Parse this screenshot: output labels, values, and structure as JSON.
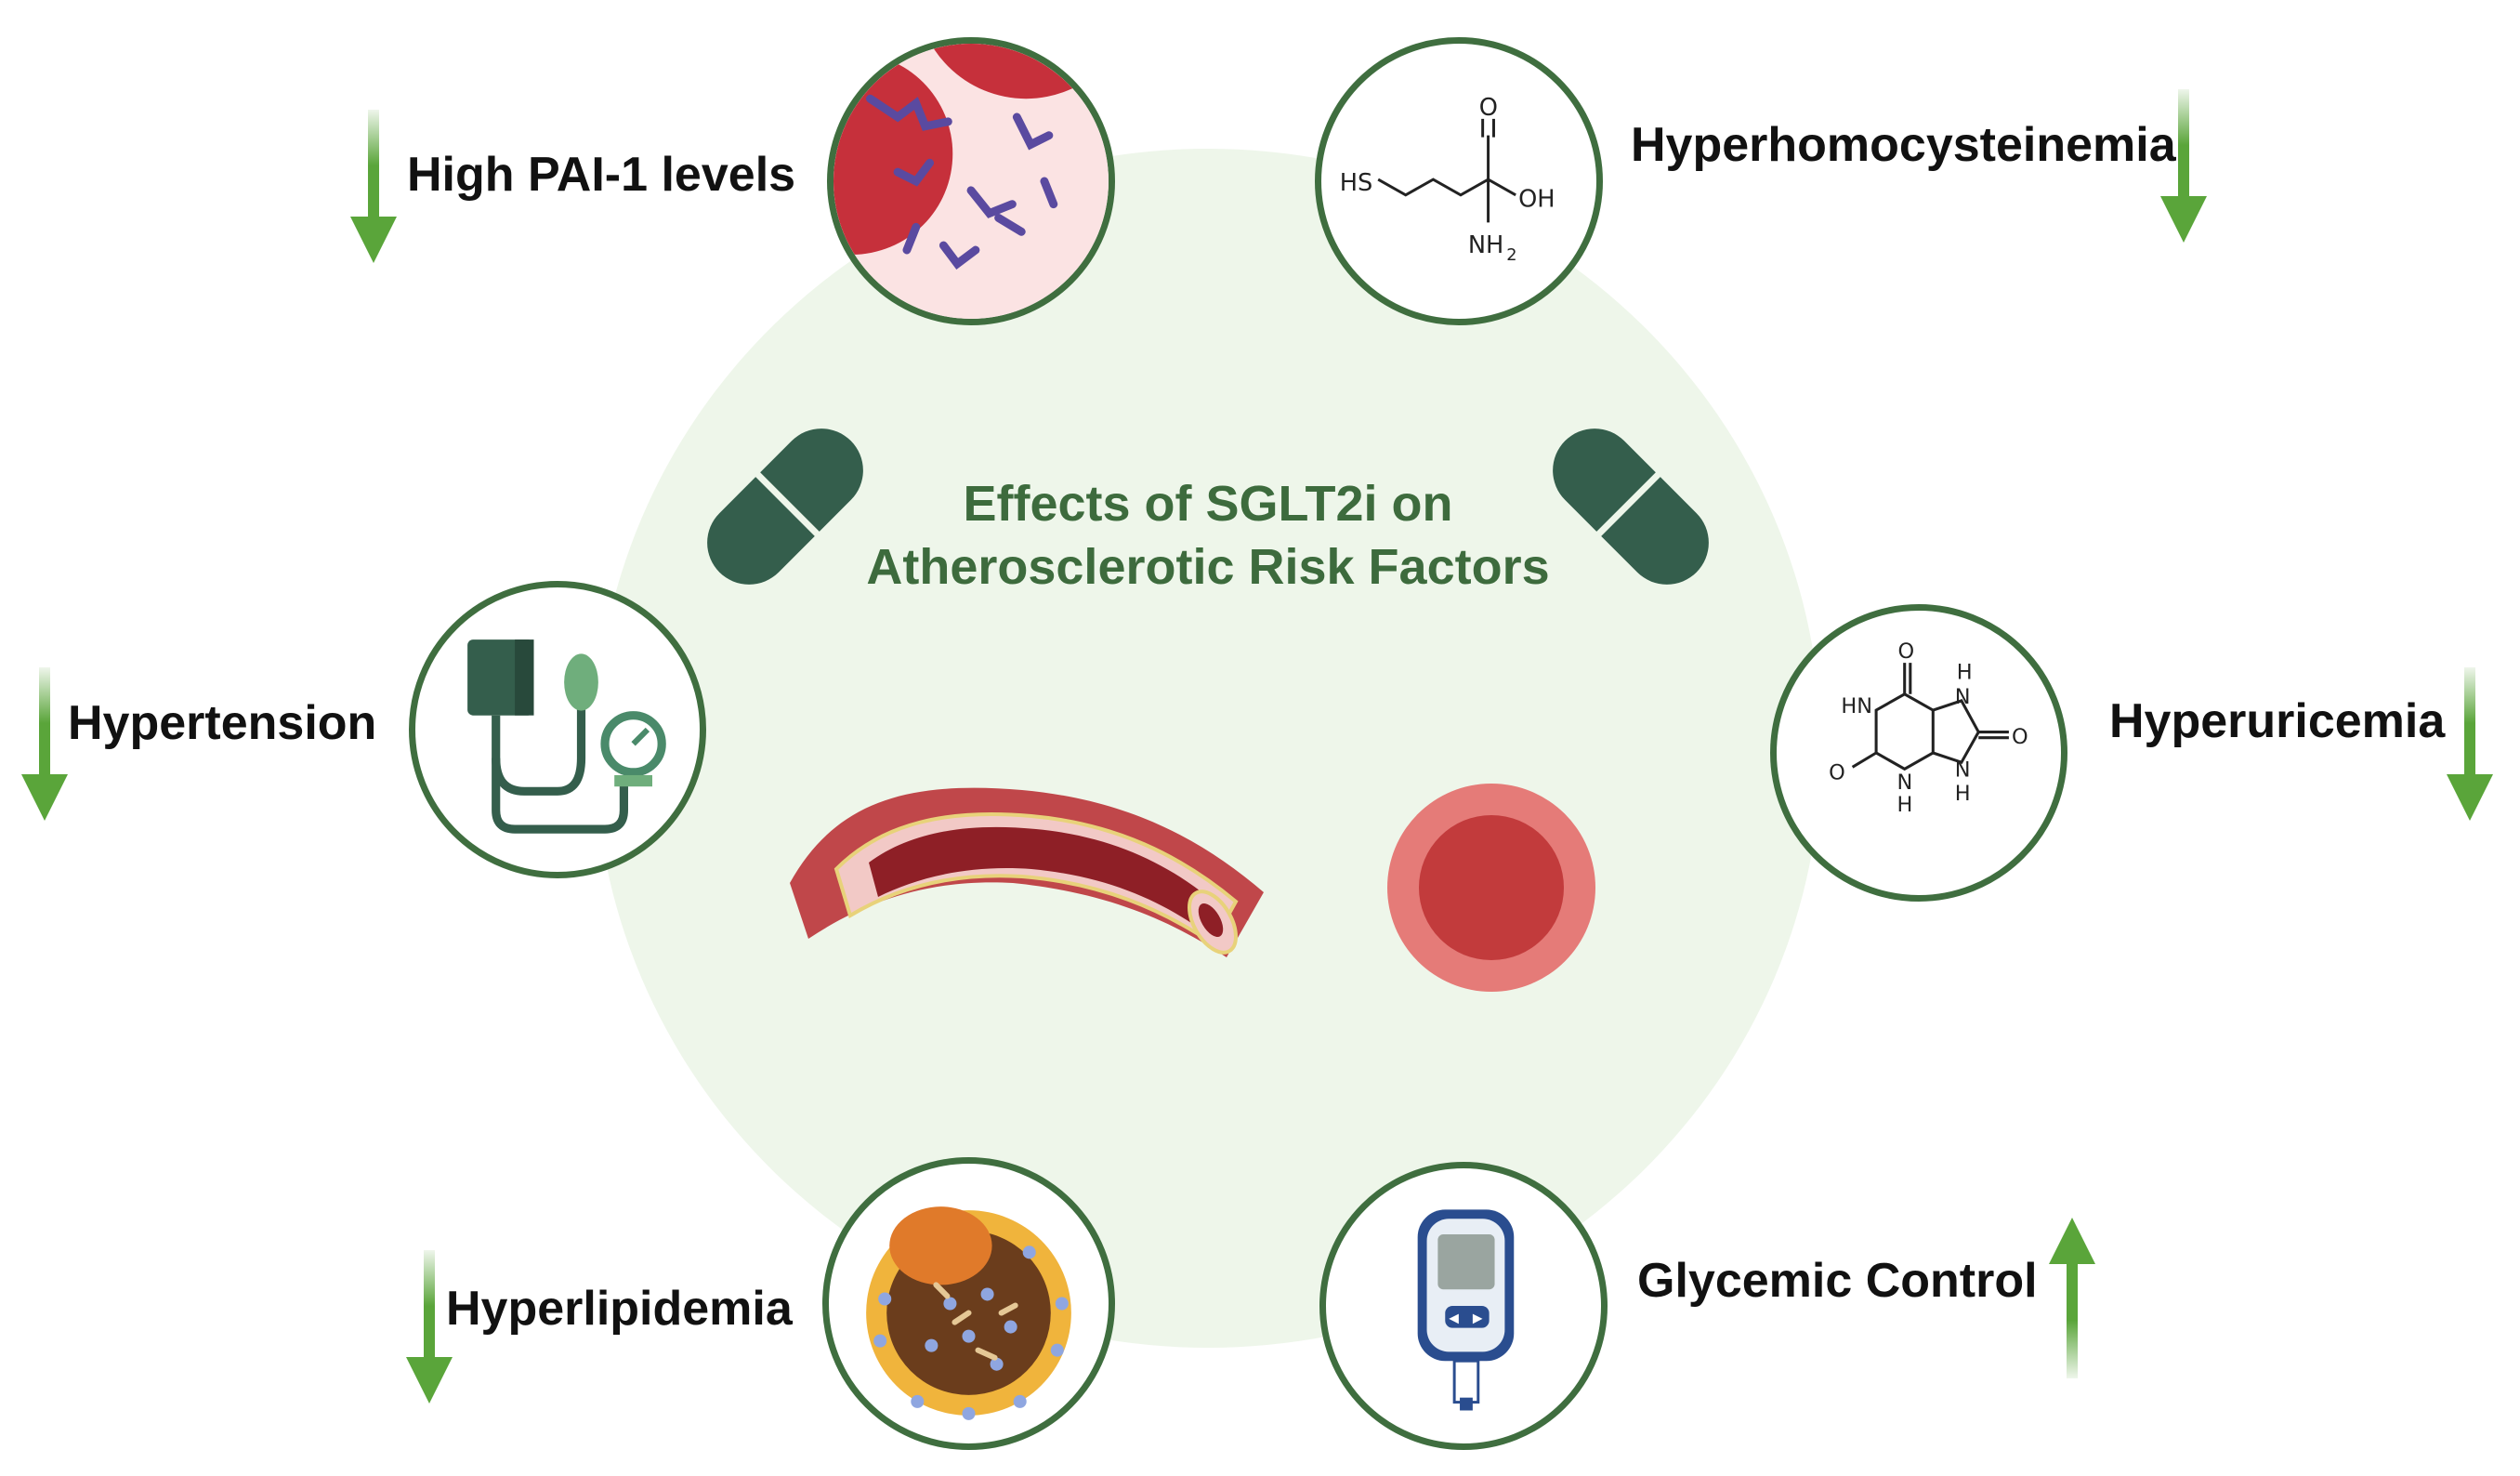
{
  "title": {
    "line1": "Effects of SGLT2i on",
    "line2": "Atherosclerotic Risk Factors"
  },
  "factors": [
    {
      "label": "High PAI-1 levels",
      "direction": "down",
      "icon": "clot-fibrin-icon"
    },
    {
      "label": "Hyperhomocysteinemia",
      "direction": "down",
      "icon": "homocysteine-molecule-icon"
    },
    {
      "label": "Hypertension",
      "direction": "down",
      "icon": "blood-pressure-monitor-icon"
    },
    {
      "label": "Hyperuricemia",
      "direction": "down",
      "icon": "uric-acid-molecule-icon"
    },
    {
      "label": "Hyperlipidemia",
      "direction": "down",
      "icon": "lipoprotein-icon"
    },
    {
      "label": "Glycemic Control",
      "direction": "up",
      "icon": "glucose-meter-icon"
    }
  ],
  "molecules": {
    "homocysteine": {
      "sh": "HS",
      "o": "O",
      "oh": "OH",
      "nh2": "NH",
      "nh2_sub": "2"
    },
    "uric_acid": {
      "hn": "HN",
      "h_top": "H",
      "n_top": "N",
      "o_top": "O",
      "o_left": "O",
      "n_left": "N",
      "h_left": "H",
      "n_bottom": "N",
      "h_bottom": "H",
      "o_right": "O"
    }
  },
  "glucose_meter": {
    "buttons": [
      "◀",
      "▶"
    ]
  },
  "colors": {
    "accent_green": "#3d6b3d",
    "arrow_green": "#5aa53a",
    "ring_green": "#3f6e3f",
    "pill_green": "#345e4c",
    "disc_bg": "#eef6ea",
    "vessel_red": "#c0474a",
    "rbc_red": "#c23b3c"
  }
}
